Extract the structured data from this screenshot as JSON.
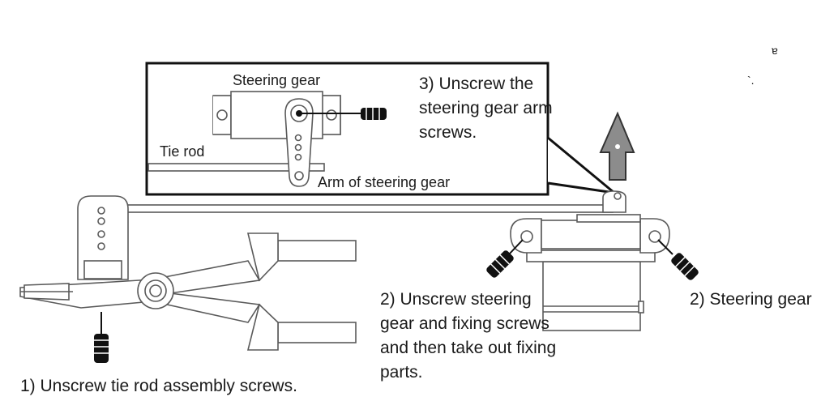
{
  "inset": {
    "steering_gear_label": "Steering gear",
    "tie_rod_label": "Tie rod",
    "arm_label": "Arm of steering gear",
    "instruction_lines": [
      "3) Unscrew the",
      "steering gear arm",
      "screws."
    ]
  },
  "step1": {
    "text": "1) Unscrew tie rod assembly screws."
  },
  "step2": {
    "lines": [
      "2) Unscrew steering",
      "gear and fixing screws",
      "and then take out fixing",
      "parts."
    ]
  },
  "steering_gear_callout": {
    "text": "2) Steering gear"
  },
  "colors": {
    "outline": "#5a5a5a",
    "ink": "#1a1a1a",
    "arrow_fill": "#8c8c8c",
    "screwdriver_handle": "#111111"
  },
  "icons": [
    "screwdriver-icon",
    "up-arrow-icon"
  ]
}
